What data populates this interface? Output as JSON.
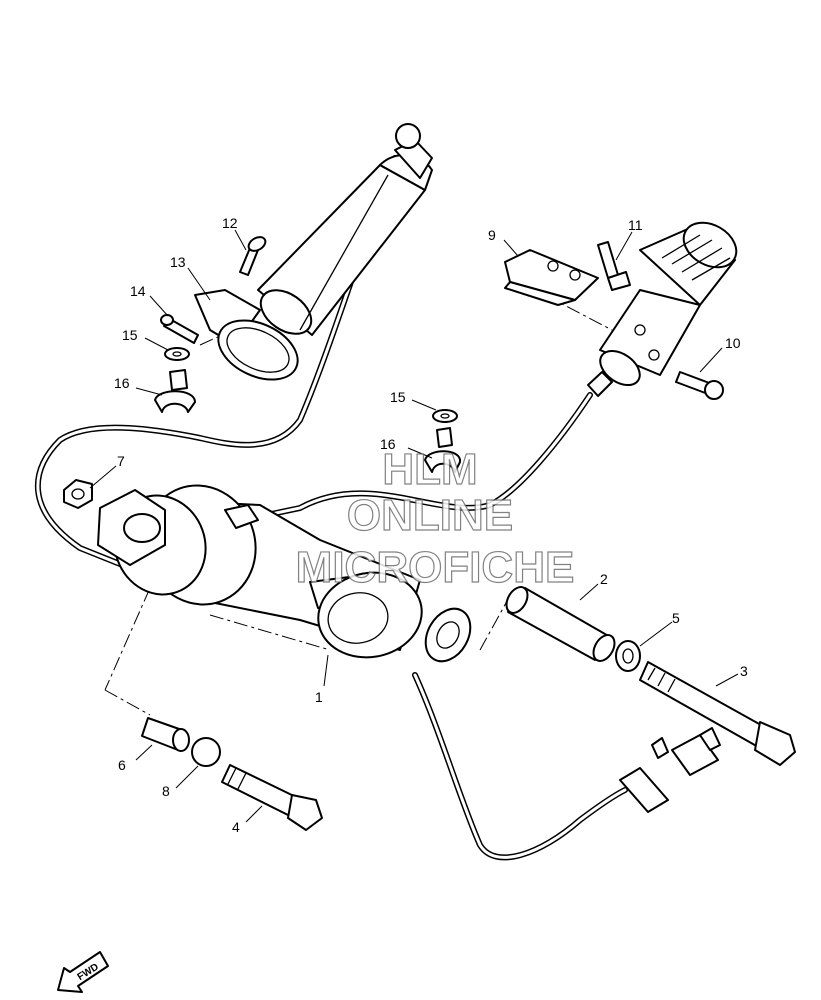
{
  "callouts": {
    "c1": "1",
    "c2": "2",
    "c3": "3",
    "c4": "4",
    "c5": "5",
    "c6": "6",
    "c7": "7",
    "c8": "8",
    "c9": "9",
    "c10": "10",
    "c11": "11",
    "c12": "12",
    "c13": "13",
    "c14": "14",
    "c15a": "15",
    "c15b": "15",
    "c16a": "16",
    "c16b": "16"
  },
  "watermark": {
    "line1": "HLM",
    "line2": "ONLINE",
    "line3": "MICROFICHE"
  },
  "fwd_badge": {
    "label": "FWD",
    "icon": "fwd-arrow-icon"
  }
}
